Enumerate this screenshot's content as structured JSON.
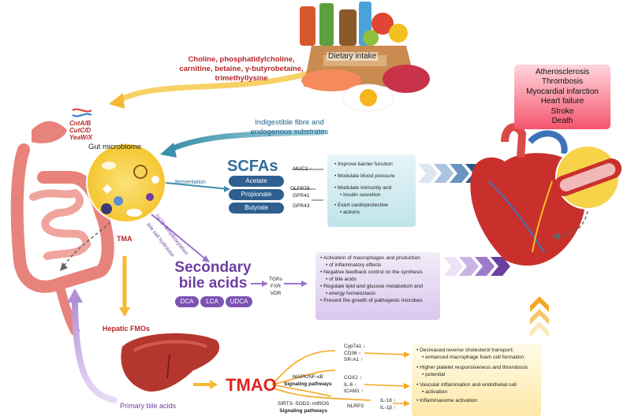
{
  "dietary": {
    "label": "Dietary intake",
    "nutrients": [
      "Choline, phosphatidylcholine,",
      "carnitine, betaine, γ-butyrobetaine,",
      "trimethyllysine"
    ]
  },
  "fibre": [
    "Indigestible fibre and",
    "endogenous substrates"
  ],
  "genes": [
    "CntA/B",
    "CutC/D",
    "YeaW/X"
  ],
  "gut_label": "Gut microbiome",
  "tma_label": "TMA",
  "diseases": [
    "Atherosclerosis",
    "Thrombosis",
    "Myocardial infarction",
    "Heart failure",
    "Stroke",
    "Death"
  ],
  "scfa": {
    "title": "SCFAs",
    "fermentation": "fermentation",
    "items": [
      "Acetate",
      "Propionate",
      "Butyrate"
    ],
    "receptors": [
      "MUC2 ↑",
      "OLFR78",
      "GPR41",
      "GPR43"
    ],
    "effects": [
      "Improve barrier function",
      "Modulate blood pressure",
      "Modulate immunity and",
      "insulin secretion",
      "Exert cardioprotective",
      "actions"
    ]
  },
  "bile": {
    "hydrolase": "bile salt hydrolase",
    "dehydroxylation": "7α/7β-dehydroxylation",
    "title_line1": "Secondary",
    "title_line2": "bile acids",
    "types": [
      "DCA",
      "LCA",
      "UDCA"
    ],
    "receptors": [
      "TGRs",
      "FXR",
      "VDR"
    ],
    "effects": [
      "Activation of macrophages and production",
      "of inflammatory effects",
      "Negative feedback control on the synthesis",
      "of bile acids",
      "Regulate lipid and glucose metabolism and",
      "energy homeostasis",
      "Prevent the growth of pathogenic microbes"
    ]
  },
  "liver": {
    "hepatic": "Hepatic FMOs",
    "primary": "Primary bile acids"
  },
  "tmao": {
    "title": "TMAO",
    "group1": [
      "Cyp7a1 ↓",
      "CD36 ↑",
      "SR-A1 ↑"
    ],
    "pathway1": [
      "MAPK/NF-κB",
      "Signaling pathways"
    ],
    "group2": [
      "COX2 ↑",
      "IL-6 ↑",
      "ICAM1 ↑"
    ],
    "pathway2": [
      "SIRT3- SOD2- mtROS",
      "Signaling pathways"
    ],
    "nlrp": "NLRP3",
    "cytokines": [
      "IL-18 ↑",
      "IL-1β ↑"
    ],
    "effects": [
      "Decreased reverse cholesterol transport;",
      "enhanced macrophage foam cell formation",
      "Higher platelet responsiveness and thrombosis",
      "potential",
      "Vascular inflammation and endothelial cell",
      "activation",
      "Inflammasome activation"
    ]
  },
  "colors": {
    "scfa_blue": "#2f6e9e",
    "bile_purple": "#6d3fa1",
    "tmao_red": "#e02424",
    "disease_pink": "#f04b64",
    "arrow_orange": "#f5a623"
  }
}
